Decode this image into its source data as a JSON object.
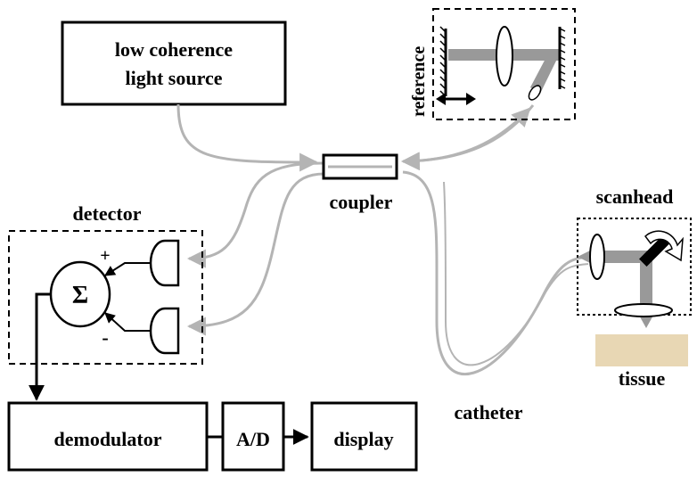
{
  "labels": {
    "light_source_line1": "low coherence",
    "light_source_line2": "light source",
    "reference": "reference",
    "coupler": "coupler",
    "detector": "detector",
    "plus": "+",
    "minus": "-",
    "sigma": "Σ",
    "scanhead": "scanhead",
    "tissue": "tissue",
    "catheter": "catheter",
    "demodulator": "demodulator",
    "ad": "A/D",
    "display": "display"
  },
  "colors": {
    "fiber": "#b4b4b4",
    "beam": "#999999",
    "tissue": "#e8d7b4",
    "line": "#000000"
  }
}
